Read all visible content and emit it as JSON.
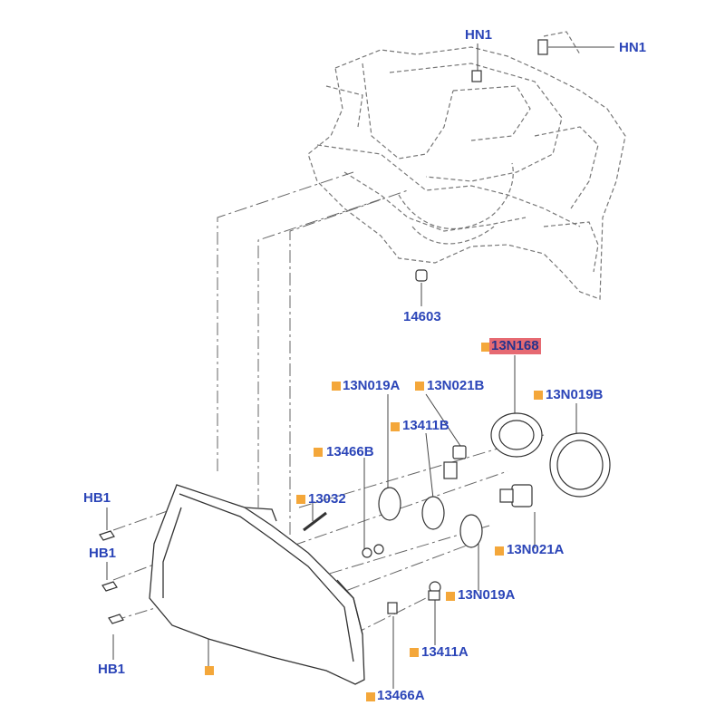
{
  "diagram": {
    "callouts": {
      "hn1_top": "HN1",
      "hn1_right": "HN1",
      "p14603": "14603",
      "p13n168": "13N168",
      "p13n019a_top": "13N019A",
      "p13n021b": "13N021B",
      "p13n019b": "13N019B",
      "p13411b": "13411B",
      "p13466b": "13466B",
      "p13032": "13032",
      "hb1_a": "HB1",
      "hb1_b": "HB1",
      "hb1_c": "HB1",
      "p13n021a": "13N021A",
      "p13n019a_bottom": "13N019A",
      "p13411a": "13411A",
      "p13466a": "13466A"
    },
    "colors": {
      "label": "#2b45b8",
      "marker": "#f4a73a",
      "highlight": "#e66a72",
      "line": "#555555"
    }
  }
}
